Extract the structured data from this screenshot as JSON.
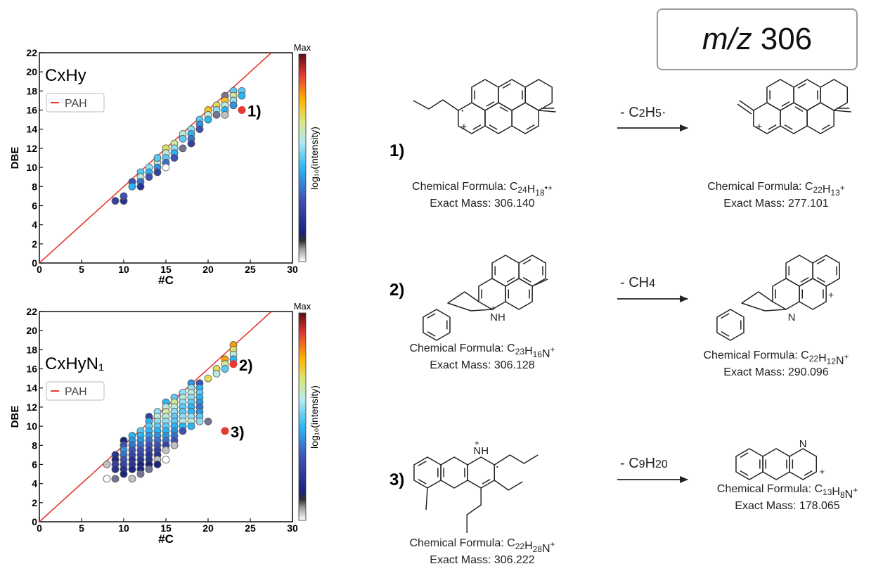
{
  "colorbar_max_label": "Max",
  "colorbar_label": "log₁₀(intensity)",
  "mz_label": {
    "prefix": "m/z",
    "value": "306"
  },
  "chart_data": [
    {
      "type": "scatter",
      "panel_label": "CxHy",
      "xlabel": "#C",
      "ylabel": "DBE",
      "xlim": [
        0,
        30
      ],
      "ylim": [
        0,
        22
      ],
      "xticks": [
        0,
        5,
        10,
        15,
        20,
        25,
        30
      ],
      "yticks": [
        0,
        2,
        4,
        6,
        8,
        10,
        12,
        14,
        16,
        18,
        20,
        22
      ],
      "grid": false,
      "legend": {
        "position": "upper-left",
        "entries": [
          "PAH"
        ]
      },
      "pah_line": {
        "color": "#e53935",
        "points": [
          [
            0,
            0
          ],
          [
            27.5,
            22
          ]
        ]
      },
      "points": [
        [
          9,
          6.5,
          0.25
        ],
        [
          10,
          6.5,
          0.2
        ],
        [
          10,
          7,
          0.3
        ],
        [
          11,
          8.5,
          0.3
        ],
        [
          11,
          8,
          0.45
        ],
        [
          12,
          9.5,
          0.5
        ],
        [
          12,
          9,
          0.6
        ],
        [
          12,
          8.5,
          0.35
        ],
        [
          12,
          8,
          0.2
        ],
        [
          13,
          10,
          0.55
        ],
        [
          13,
          9.5,
          0.45
        ],
        [
          13,
          9,
          0.3
        ],
        [
          14,
          10.5,
          0.6
        ],
        [
          14,
          11,
          0.5
        ],
        [
          14,
          10,
          0.4
        ],
        [
          14,
          9.5,
          0.25
        ],
        [
          15,
          12,
          0.7
        ],
        [
          15,
          11.5,
          0.6
        ],
        [
          15,
          11,
          0.5
        ],
        [
          15,
          10.5,
          0.35
        ],
        [
          15,
          10,
          0.0
        ],
        [
          16,
          12.5,
          0.65
        ],
        [
          16,
          12,
          0.55
        ],
        [
          16,
          11.5,
          0.45
        ],
        [
          16,
          11,
          0.3
        ],
        [
          17,
          13.5,
          0.6
        ],
        [
          17,
          13,
          0.5
        ],
        [
          17,
          12,
          0.1
        ],
        [
          18,
          14,
          0.55
        ],
        [
          18,
          13.5,
          0.45
        ],
        [
          18,
          13,
          0.35
        ],
        [
          18,
          12.5,
          0.25
        ],
        [
          19,
          15,
          0.5
        ],
        [
          19,
          14.5,
          0.4
        ],
        [
          19,
          14,
          0.3
        ],
        [
          20,
          16,
          0.75
        ],
        [
          20,
          15.5,
          0.6
        ],
        [
          20,
          15,
          0.45
        ],
        [
          21,
          16.5,
          0.7
        ],
        [
          21,
          16,
          0.55
        ],
        [
          21,
          15.5,
          0.1
        ],
        [
          22,
          17.5,
          0.1
        ],
        [
          22,
          17,
          0.75
        ],
        [
          22,
          16.5,
          0.6
        ],
        [
          22,
          16,
          0.45
        ],
        [
          22,
          15.5,
          0.05
        ],
        [
          23,
          18,
          0.5
        ],
        [
          23,
          17.5,
          0.65
        ],
        [
          23,
          17,
          0.55
        ],
        [
          23,
          16.5,
          0.4
        ],
        [
          24,
          18,
          0.5
        ],
        [
          24,
          17.5,
          0.45
        ]
      ],
      "highlight": {
        "x": 24,
        "y": 16,
        "label": "1)"
      }
    },
    {
      "type": "scatter",
      "panel_label": "CxHyN₁",
      "xlabel": "#C",
      "ylabel": "DBE",
      "xlim": [
        0,
        30
      ],
      "ylim": [
        0,
        22
      ],
      "xticks": [
        0,
        5,
        10,
        15,
        20,
        25,
        30
      ],
      "yticks": [
        0,
        2,
        4,
        6,
        8,
        10,
        12,
        14,
        16,
        18,
        20,
        22
      ],
      "grid": false,
      "legend": {
        "position": "upper-left",
        "entries": [
          "PAH"
        ]
      },
      "pah_line": {
        "color": "#e53935",
        "points": [
          [
            0,
            0
          ],
          [
            27.5,
            22
          ]
        ]
      },
      "points": [
        [
          8,
          4.5,
          0.0
        ],
        [
          8,
          6,
          0.05
        ],
        [
          9,
          7,
          0.2
        ],
        [
          9,
          6.5,
          0.15
        ],
        [
          9,
          6,
          0.25
        ],
        [
          9,
          5.5,
          0.2
        ],
        [
          9,
          4.5,
          0.1
        ],
        [
          10,
          8.5,
          0.15
        ],
        [
          10,
          8,
          0.3
        ],
        [
          10,
          7.5,
          0.4
        ],
        [
          10,
          7,
          0.35
        ],
        [
          10,
          6.5,
          0.3
        ],
        [
          10,
          6,
          0.25
        ],
        [
          10,
          5.5,
          0.2
        ],
        [
          10,
          5,
          0.15
        ],
        [
          11,
          9,
          0.45
        ],
        [
          11,
          8.5,
          0.4
        ],
        [
          11,
          8,
          0.35
        ],
        [
          11,
          7.5,
          0.3
        ],
        [
          11,
          7,
          0.25
        ],
        [
          11,
          6.5,
          0.2
        ],
        [
          11,
          6,
          0.2
        ],
        [
          11,
          5.5,
          0.15
        ],
        [
          11,
          4.5,
          0.05
        ],
        [
          12,
          9.5,
          0.5
        ],
        [
          12,
          9,
          0.45
        ],
        [
          12,
          8.5,
          0.4
        ],
        [
          12,
          8,
          0.35
        ],
        [
          12,
          7.5,
          0.3
        ],
        [
          12,
          7,
          0.25
        ],
        [
          12,
          6.5,
          0.2
        ],
        [
          12,
          6,
          0.15
        ],
        [
          12,
          5.5,
          0.15
        ],
        [
          12,
          5,
          0.1
        ],
        [
          13,
          11,
          0.25
        ],
        [
          13,
          10.5,
          0.45
        ],
        [
          13,
          10,
          0.5
        ],
        [
          13,
          9.5,
          0.45
        ],
        [
          13,
          9,
          0.4
        ],
        [
          13,
          8.5,
          0.35
        ],
        [
          13,
          8,
          0.3
        ],
        [
          13,
          7.5,
          0.25
        ],
        [
          13,
          7,
          0.2
        ],
        [
          13,
          6.5,
          0.2
        ],
        [
          13,
          6,
          0.15
        ],
        [
          13,
          5.5,
          0.1
        ],
        [
          14,
          11.5,
          0.55
        ],
        [
          14,
          11,
          0.6
        ],
        [
          14,
          10.5,
          0.55
        ],
        [
          14,
          10,
          0.5
        ],
        [
          14,
          9.5,
          0.45
        ],
        [
          14,
          9,
          0.4
        ],
        [
          14,
          8.5,
          0.35
        ],
        [
          14,
          8,
          0.3
        ],
        [
          14,
          7.5,
          0.25
        ],
        [
          14,
          7,
          0.2
        ],
        [
          14,
          6.5,
          0.05
        ],
        [
          14,
          6,
          0.15
        ],
        [
          15,
          12.5,
          0.45
        ],
        [
          15,
          12,
          0.6
        ],
        [
          15,
          11.5,
          0.65
        ],
        [
          15,
          11,
          0.6
        ],
        [
          15,
          10.5,
          0.55
        ],
        [
          15,
          10,
          0.5
        ],
        [
          15,
          9.5,
          0.45
        ],
        [
          15,
          9,
          0.4
        ],
        [
          15,
          8.5,
          0.35
        ],
        [
          15,
          8,
          0.25
        ],
        [
          15,
          7.5,
          0.05
        ],
        [
          15,
          6.5,
          0.0
        ],
        [
          16,
          13,
          0.5
        ],
        [
          16,
          12.5,
          0.65
        ],
        [
          16,
          12,
          0.6
        ],
        [
          16,
          11.5,
          0.55
        ],
        [
          16,
          11,
          0.5
        ],
        [
          16,
          10.5,
          0.5
        ],
        [
          16,
          10,
          0.45
        ],
        [
          16,
          9.5,
          0.4
        ],
        [
          16,
          9,
          0.35
        ],
        [
          16,
          8.5,
          0.3
        ],
        [
          16,
          8,
          0.05
        ],
        [
          17,
          13.5,
          0.55
        ],
        [
          17,
          13,
          0.6
        ],
        [
          17,
          12.5,
          0.55
        ],
        [
          17,
          12,
          0.5
        ],
        [
          17,
          11.5,
          0.5
        ],
        [
          17,
          11,
          0.55
        ],
        [
          17,
          10.5,
          0.6
        ],
        [
          17,
          10,
          0.45
        ],
        [
          17,
          9.5,
          0.3
        ],
        [
          18,
          14.5,
          0.4
        ],
        [
          18,
          14,
          0.55
        ],
        [
          18,
          13.5,
          0.6
        ],
        [
          18,
          13,
          0.55
        ],
        [
          18,
          12.5,
          0.5
        ],
        [
          18,
          12,
          0.45
        ],
        [
          18,
          11.5,
          0.45
        ],
        [
          18,
          11,
          0.55
        ],
        [
          18,
          10.5,
          0.6
        ],
        [
          18,
          10,
          0.45
        ],
        [
          19,
          14.5,
          0.3
        ],
        [
          19,
          14,
          0.45
        ],
        [
          19,
          13.5,
          0.5
        ],
        [
          19,
          13,
          0.45
        ],
        [
          19,
          12.5,
          0.4
        ],
        [
          19,
          12,
          0.35
        ],
        [
          19,
          11.5,
          0.4
        ],
        [
          19,
          11,
          0.5
        ],
        [
          19,
          10.5,
          0.55
        ],
        [
          20,
          15,
          0.7
        ],
        [
          20,
          10.5,
          0.1
        ],
        [
          21,
          16,
          0.7
        ],
        [
          21,
          15.5,
          0.6
        ],
        [
          22,
          17,
          0.8
        ],
        [
          22,
          16.5,
          0.65
        ],
        [
          22,
          16,
          0.5
        ],
        [
          23,
          18.5,
          0.8
        ],
        [
          23,
          18,
          0.7
        ],
        [
          23,
          17.5,
          0.6
        ],
        [
          23,
          17,
          0.45
        ]
      ],
      "highlights": [
        {
          "x": 23,
          "y": 16.5,
          "label": "2)"
        },
        {
          "x": 22,
          "y": 9.5,
          "label": "3)"
        }
      ]
    }
  ],
  "reactions": [
    {
      "label": "1)",
      "precursor": {
        "formula_prefix": "Chemical Formula: ",
        "formula": [
          [
            "C",
            "24"
          ],
          [
            "H",
            "18"
          ]
        ],
        "charge": "•+",
        "mass": "Exact Mass: 306.140"
      },
      "loss": {
        "prefix": "- ",
        "formula": [
          [
            "C",
            "2"
          ],
          [
            "H",
            "5"
          ]
        ],
        "suffix": "·"
      },
      "product": {
        "formula_prefix": "Chemical Formula: ",
        "formula": [
          [
            "C",
            "22"
          ],
          [
            "H",
            "13"
          ]
        ],
        "charge": "+",
        "mass": "Exact Mass: 277.101"
      }
    },
    {
      "label": "2)",
      "precursor": {
        "formula_prefix": "Chemical Formula: ",
        "formula": [
          [
            "C",
            "23"
          ],
          [
            "H",
            "16"
          ],
          [
            "N",
            ""
          ]
        ],
        "charge": "+",
        "mass": "Exact Mass: 306.128"
      },
      "loss": {
        "prefix": "- ",
        "formula": [
          [
            "CH",
            "4"
          ]
        ],
        "suffix": ""
      },
      "product": {
        "formula_prefix": "Chemical Formula: ",
        "formula": [
          [
            "C",
            "22"
          ],
          [
            "H",
            "12"
          ],
          [
            "N",
            ""
          ]
        ],
        "charge": "+",
        "mass": "Exact Mass: 290.096"
      }
    },
    {
      "label": "3)",
      "precursor": {
        "formula_prefix": "Chemical Formula: ",
        "formula": [
          [
            "C",
            "22"
          ],
          [
            "H",
            "28"
          ],
          [
            "N",
            ""
          ]
        ],
        "charge": "+",
        "mass": "Exact Mass: 306.222"
      },
      "loss": {
        "prefix": "- ",
        "formula": [
          [
            "C",
            "9"
          ],
          [
            "H",
            "20"
          ]
        ],
        "suffix": ""
      },
      "product": {
        "formula_prefix": "Chemical Formula: ",
        "formula": [
          [
            "C",
            "13"
          ],
          [
            "H",
            "8"
          ],
          [
            "N",
            ""
          ]
        ],
        "charge": "+",
        "mass": "Exact Mass: 178.065"
      }
    }
  ],
  "atom_labels": {
    "nh_plus": "NH",
    "nitrogen": "N",
    "plus": "+",
    "radical": "·"
  }
}
